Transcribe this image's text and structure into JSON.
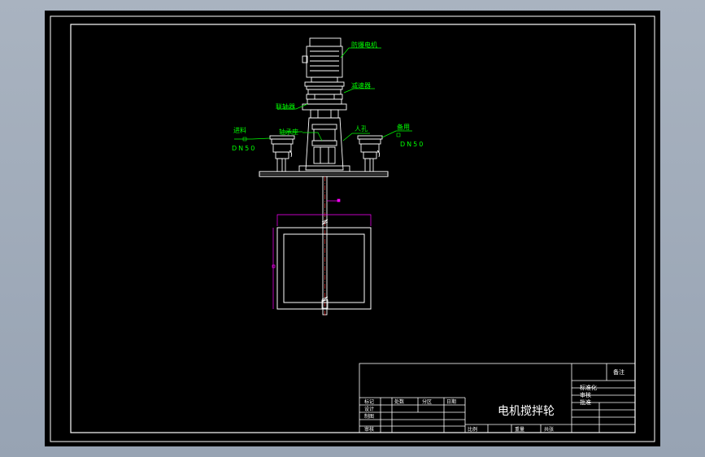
{
  "drawing": {
    "labels": {
      "motor": "防爆电机",
      "reducer": "减速器",
      "coupling": "联轴器",
      "bearing_seat": "轴承座",
      "feed_inlet": "进料",
      "feed_dn": "DN50",
      "manhole": "人孔",
      "spare": "备用",
      "spare_dn": "DN50"
    }
  },
  "title_block": {
    "drawing_title": "电机搅拌轮",
    "top_right": "备注",
    "standard": "标准化",
    "review": "审核",
    "approve": "批准",
    "row_mark": "标记",
    "row_count": "处数",
    "row_area": "分区",
    "row_date": "日期",
    "row_design": "设计",
    "row_draw": "制图",
    "row_check": "审核",
    "row_ratio": "比例",
    "row_scale": "重量",
    "row_sheet": "共张"
  },
  "colors": {
    "background": "#000000",
    "drawing": "#ffffff",
    "labels": "#00ff00",
    "dimension": "#ff00ff",
    "shaft_center": "#ff3030"
  }
}
